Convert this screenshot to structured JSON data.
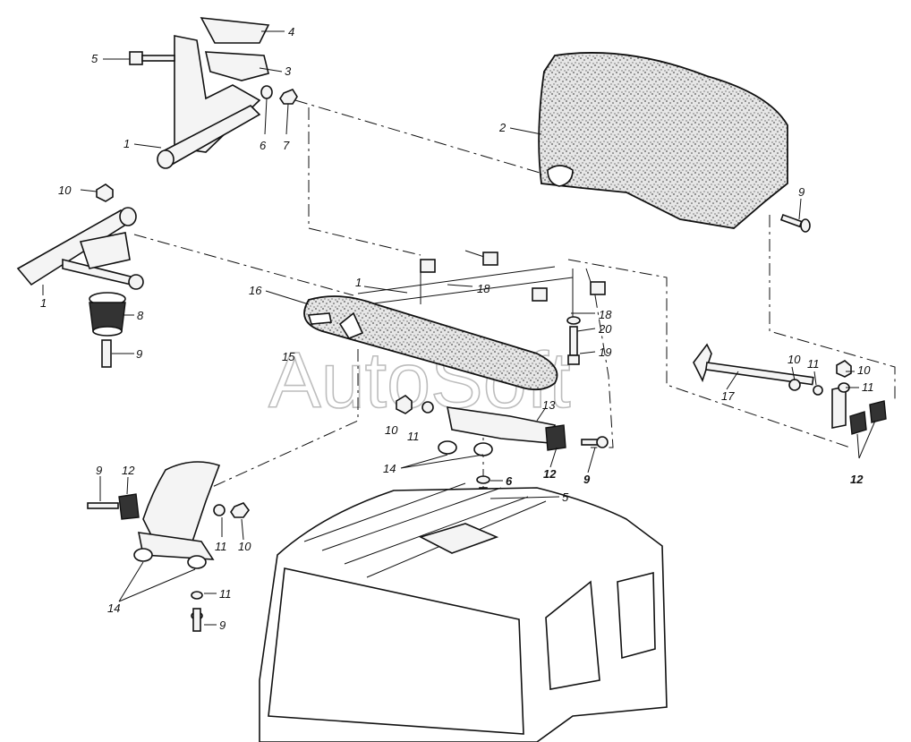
{
  "watermark": "AutoSoft",
  "callouts": {
    "c1a": "1",
    "c1b": "1",
    "c1c": "1",
    "c2": "2",
    "c3": "3",
    "c4": "4",
    "c5a": "5",
    "c5b": "5",
    "c6a": "6",
    "c6b": "6",
    "c7": "7",
    "c8": "8",
    "c9a": "9",
    "c9b": "9",
    "c9c": "9",
    "c9d": "9",
    "c9e": "9",
    "c10a": "10",
    "c10b": "10",
    "c10c": "10",
    "c10d": "10",
    "c10e": "10",
    "c11a": "11",
    "c11b": "11",
    "c11c": "11",
    "c11d": "11",
    "c11e": "11",
    "c12a": "12",
    "c12b": "12",
    "c12c": "12",
    "c13": "13",
    "c14a": "14",
    "c14b": "14",
    "c15": "15",
    "c16": "16",
    "c17": "17",
    "c18a": "18",
    "c18b": "18",
    "c19": "19",
    "c20": "20"
  }
}
